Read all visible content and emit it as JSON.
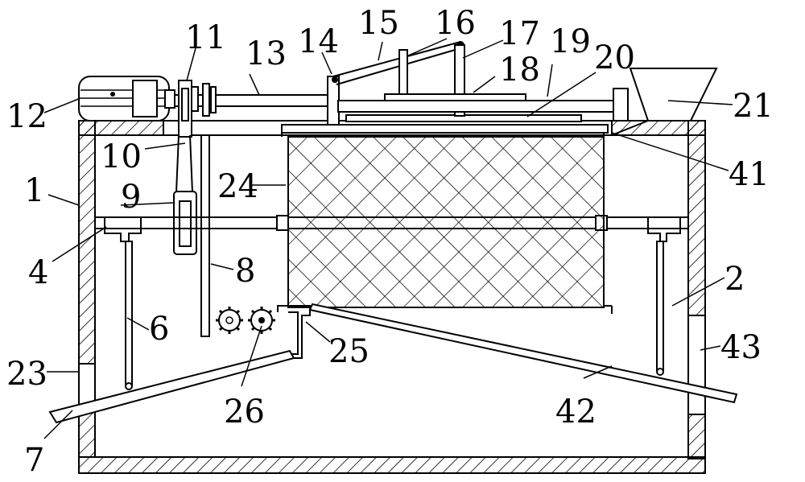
{
  "labels": {
    "l1": "1",
    "l2": "2",
    "l4": "4",
    "l6": "6",
    "l7": "7",
    "l8": "8",
    "l9": "9",
    "l10": "10",
    "l11": "11",
    "l12": "12",
    "l13": "13",
    "l14": "14",
    "l15": "15",
    "l16": "16",
    "l17": "17",
    "l18": "18",
    "l19": "19",
    "l20": "20",
    "l21": "21",
    "l23": "23",
    "l24": "24",
    "l25": "25",
    "l26": "26",
    "l41": "41",
    "l42": "42",
    "l43": "43"
  }
}
